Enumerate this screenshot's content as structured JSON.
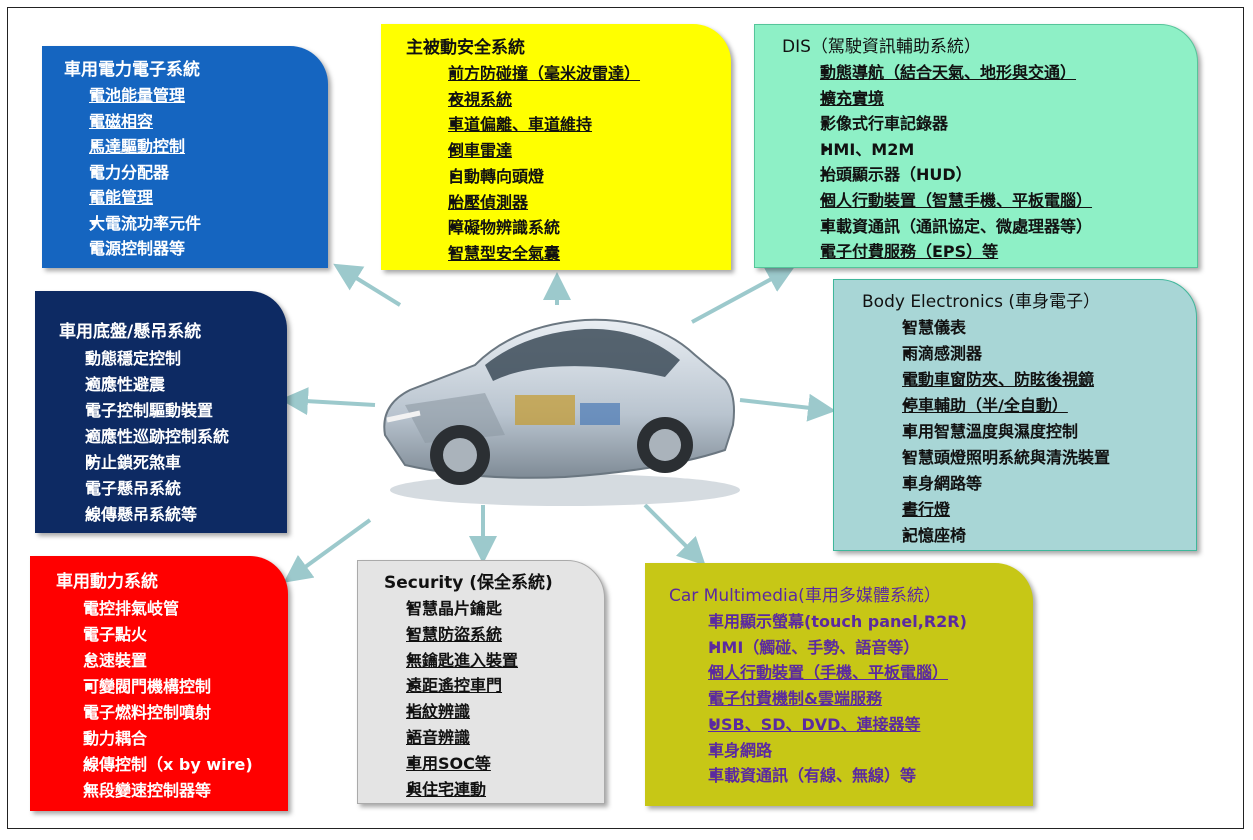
{
  "colors": {
    "power_electronics": "#1565c0",
    "active_safety": "#ffff00",
    "dis": "#8ef0c6",
    "chassis": "#0d2a63",
    "body": "#a8d6d6",
    "powertrain": "#ff0000",
    "security": "#e4e4e4",
    "multimedia": "#c7c716",
    "arrow": "#9cc9cc"
  },
  "boxes": {
    "power_electronics": {
      "title": "車用電力電子系統",
      "items": [
        "電池能量管理",
        "電磁相容",
        "馬達驅動控制",
        "電力分配器",
        "電能管理",
        "大電流功率元件",
        "電源控制器等"
      ]
    },
    "active_safety": {
      "title": "主被動安全系統",
      "items": [
        "前方防碰撞（毫米波雷達）",
        "夜視系統",
        "車道偏離、車道維持",
        "倒車雷達",
        "自動轉向頭燈",
        "胎壓偵測器",
        "障礙物辨識系統",
        "智慧型安全氣囊"
      ]
    },
    "dis": {
      "title": "DIS（駕駛資訊輔助系統）",
      "items": [
        "動態導航（結合天氣、地形與交通）",
        "擴充實境",
        "影像式行車記錄器",
        "HMI、M2M",
        "抬頭顯示器（HUD）",
        "個人行動裝置（智慧手機、平板電腦）",
        "車載資通訊（通訊協定、微處理器等）",
        "電子付費服務（EPS）等"
      ]
    },
    "chassis": {
      "title": "車用底盤/懸吊系統",
      "items": [
        "動態穩定控制",
        "適應性避震",
        "電子控制驅動裝置",
        "適應性巡跡控制系統",
        "防止鎖死煞車",
        "電子懸吊系統",
        "線傳懸吊系統等"
      ]
    },
    "body": {
      "title": "Body Electronics (車身電子）",
      "items": [
        "智慧儀表",
        "雨滴感測器",
        "電動車窗防夾、防眩後視鏡",
        "停車輔助（半/全自動）",
        "車用智慧溫度與濕度控制",
        "智慧頭燈照明系統與清洗裝置",
        "車身網路等",
        "晝行燈",
        "記憶座椅"
      ]
    },
    "powertrain": {
      "title": "車用動力系統",
      "items": [
        "電控排氣岐管",
        "電子點火",
        "怠速裝置",
        "可變閥門機構控制",
        "電子燃料控制噴射",
        "動力耦合",
        "線傳控制（x by wire)",
        "無段變速控制器等"
      ]
    },
    "security": {
      "title": "Security (保全系統)",
      "items": [
        "智慧晶片鑰匙",
        "智慧防盜系統",
        "無鑰匙進入裝置",
        "遠距遙控車門",
        "指紋辨識",
        "語音辨識",
        "車用SOC等",
        "與住宅連動"
      ]
    },
    "multimedia": {
      "title": "Car Multimedia(車用多媒體系統）",
      "items": [
        "車用顯示螢幕(touch panel,R2R)",
        "HMI（觸碰、手勢、語音等）",
        "個人行動裝置（手機、平板電腦）",
        "電子付費機制&雲端服務",
        "USB、SD、DVD、連接器等",
        "車身網路",
        "車載資通訊（有線、無線）等"
      ]
    }
  }
}
